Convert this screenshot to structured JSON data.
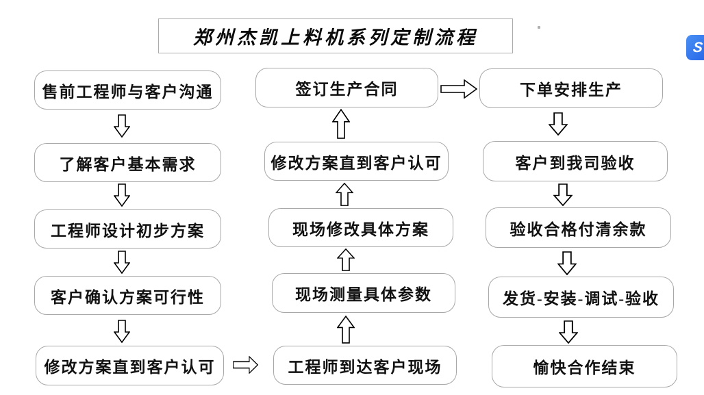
{
  "title": "郑州杰凯上料机系列定制流程",
  "flow": {
    "left": [
      "售前工程师与客户沟通",
      "了解客户基本需求",
      "工程师设计初步方案",
      "客户确认方案可行性",
      "修改方案直到客户认可"
    ],
    "middle": [
      "签订生产合同",
      "修改方案直到客户认可",
      "现场修改具体方案",
      "现场测量具体参数",
      "工程师到达客户现场"
    ],
    "right": [
      "下单安排生产",
      "客户到我司验收",
      "验收合格付清余款",
      "发货-安装-调试-验收",
      "愉快合作结束"
    ]
  },
  "icons": {
    "app_icon_glyph": "S",
    "down_arrow": "hollow-block-arrow-down",
    "up_arrow": "hollow-block-arrow-up",
    "right_arrow": "hollow-block-arrow-right"
  },
  "colors": {
    "background": "#ffffff",
    "box_border": "#a8a8a8",
    "box_text": "#111111",
    "arrow_outline": "#000000",
    "app_icon_blue": "#2563e8"
  }
}
